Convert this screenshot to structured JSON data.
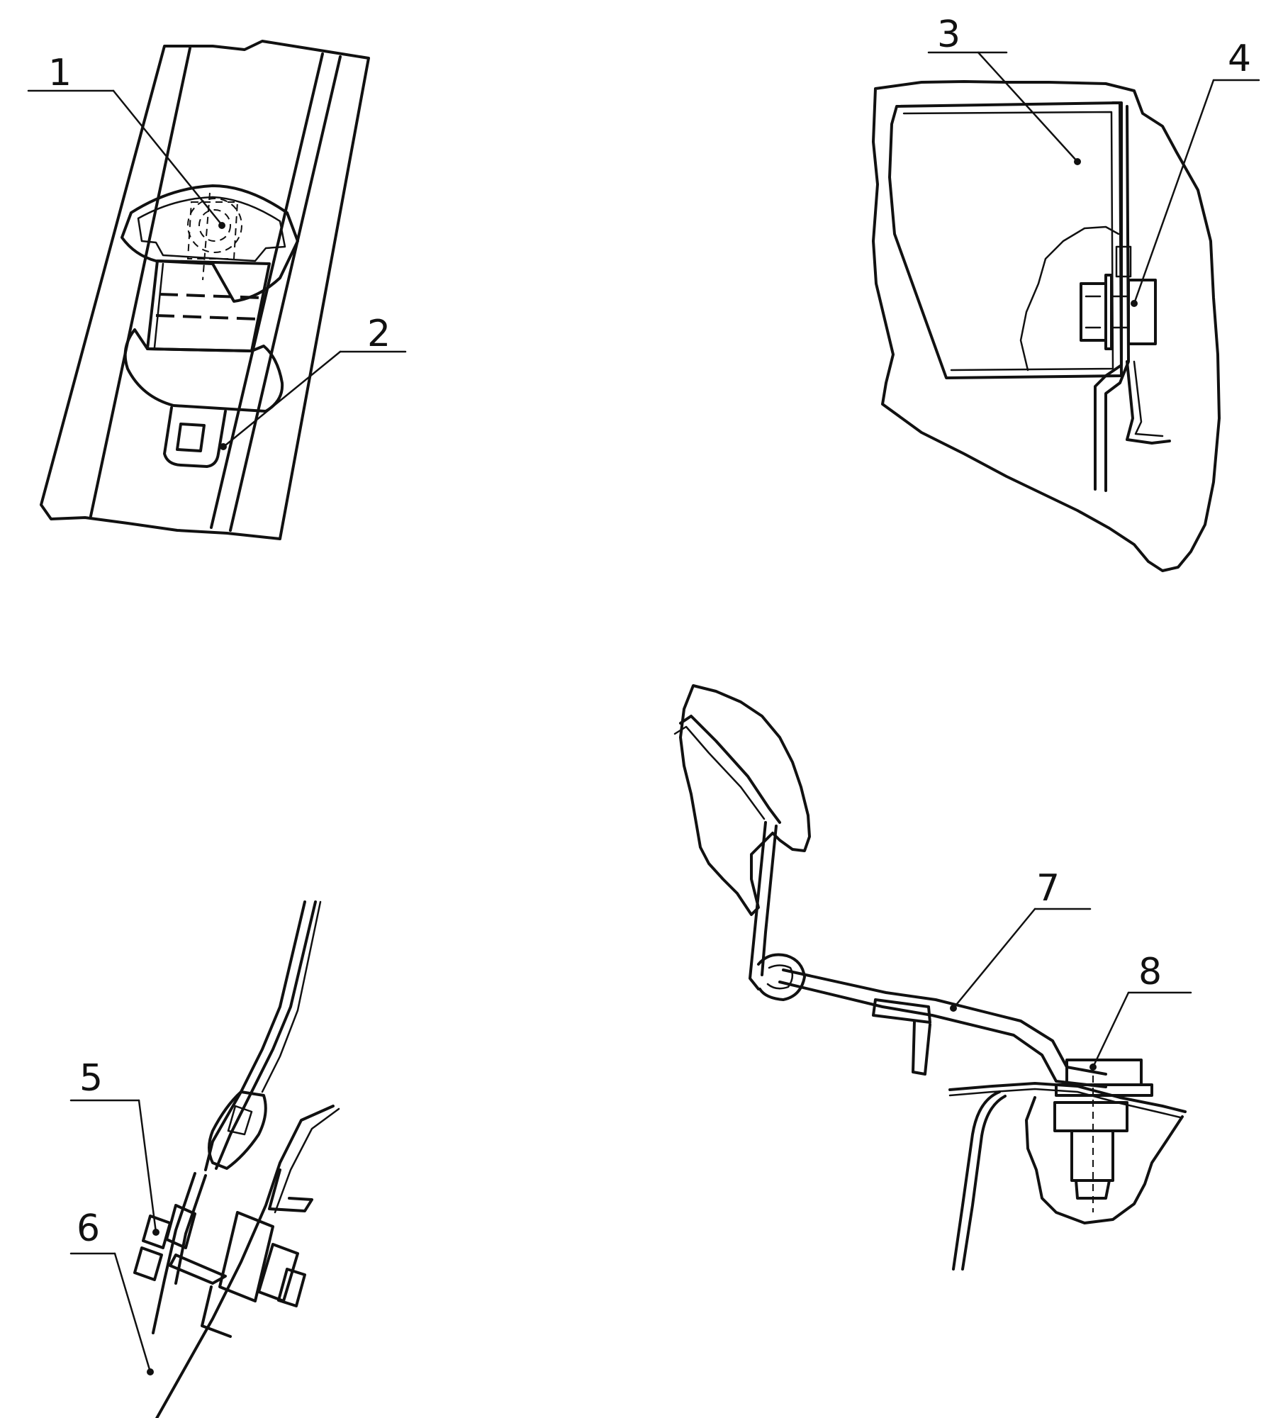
{
  "callouts": [
    {
      "id": 1,
      "label": "1"
    },
    {
      "id": 2,
      "label": "2"
    },
    {
      "id": 3,
      "label": "3"
    },
    {
      "id": 4,
      "label": "4"
    },
    {
      "id": 5,
      "label": "5"
    },
    {
      "id": 6,
      "label": "6"
    },
    {
      "id": 7,
      "label": "7"
    },
    {
      "id": 8,
      "label": "8"
    }
  ],
  "colors": {
    "ink": "#111111",
    "paper": "#ffffff"
  }
}
